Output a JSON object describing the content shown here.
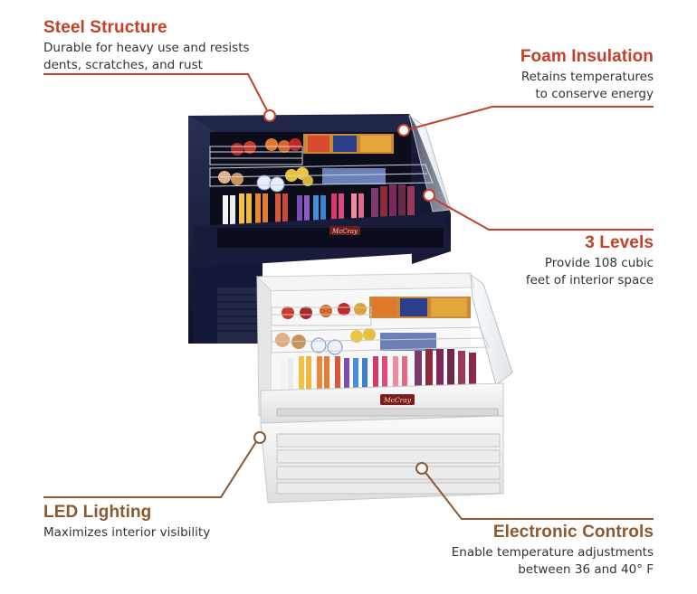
{
  "callouts": {
    "steel": {
      "title": "Steel Structure",
      "line1": "Durable for heavy use and resists",
      "line2": "dents, scratches, and rust"
    },
    "foam": {
      "title": "Foam Insulation",
      "line1": "Retains temperatures",
      "line2": "to conserve energy"
    },
    "levels": {
      "title": "3 Levels",
      "line1": "Provide 108 cubic",
      "line2": "feet of interior space"
    },
    "led": {
      "title": "LED Lighting",
      "line1": "Maximizes interior visibility"
    },
    "electronic": {
      "title": "Electronic Controls",
      "line1": "Enable temperature adjustments",
      "line2": "between 36 and 40° F"
    }
  },
  "brand_logo": "McCray",
  "colors": {
    "accent_red": "#c44128",
    "accent_brown": "#8b5a32",
    "case_dark": "#1a1f3d",
    "case_white": "#f2f2f2"
  }
}
